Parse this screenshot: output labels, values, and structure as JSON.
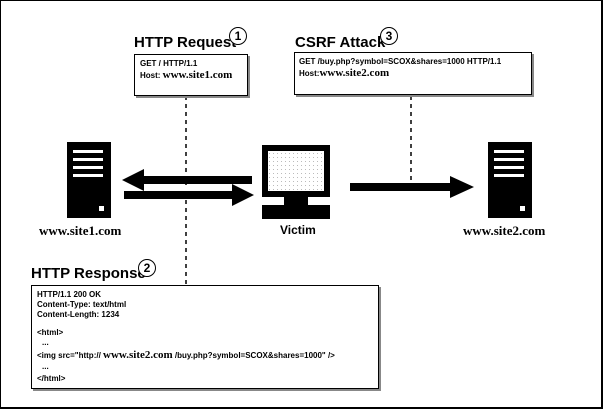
{
  "request": {
    "title": "HTTP Request",
    "badge": "1",
    "line1": "GET / HTTP/1.1",
    "host_label": "Host: ",
    "host_value": "www.site1.com"
  },
  "csrf": {
    "title": "CSRF Attack",
    "badge": "3",
    "line1": "GET /buy.php?symbol=SCOX&shares=1000 HTTP/1.1",
    "host_label": "Host:",
    "host_value": "www.site2.com"
  },
  "response": {
    "title": "HTTP Response",
    "badge": "2",
    "line1": "HTTP/1.1 200 OK",
    "line2": "Content-Type: text/html",
    "line3": "Content-Length: 1234",
    "html_open": "<html>",
    "dots1": "...",
    "img_prefix": "<img src=\"http://  ",
    "img_host": "www.site2.com",
    "img_suffix": " /buy.php?symbol=SCOX&shares=1000\" />",
    "dots2": "...",
    "html_close": "</html>"
  },
  "nodes": {
    "site1": "www.site1.com",
    "victim": "Victim",
    "site2": "www.site2.com"
  }
}
